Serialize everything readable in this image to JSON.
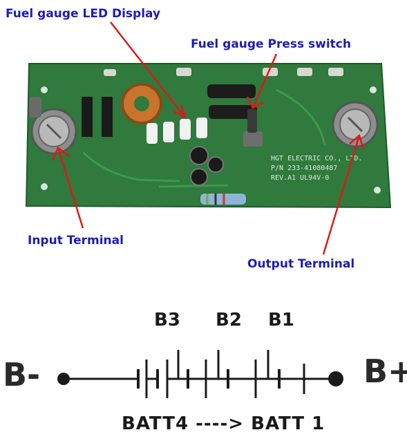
{
  "callouts": {
    "led_display": "Fuel gauge LED Display",
    "press_switch": "Fuel gauge Press switch",
    "input_terminal": "Input Terminal",
    "output_terminal": "Output Terminal"
  },
  "board_silkscreen": {
    "line1": "HGT ELECTRIC CO., LTD.",
    "line2": "P/N 233-41080487",
    "line3": "REV.A1  UL94V-0"
  },
  "schematic": {
    "negative_terminal": "B-",
    "positive_terminal": "B+",
    "cells": [
      "B3",
      "B2",
      "B1"
    ],
    "caption": "BATT4 ----> BATT 1"
  },
  "colors": {
    "callout_text": "#1c1cb4",
    "arrow": "#e01818",
    "pcb_green": "#2f7a3c",
    "schematic_ink": "#1a1a1a"
  }
}
